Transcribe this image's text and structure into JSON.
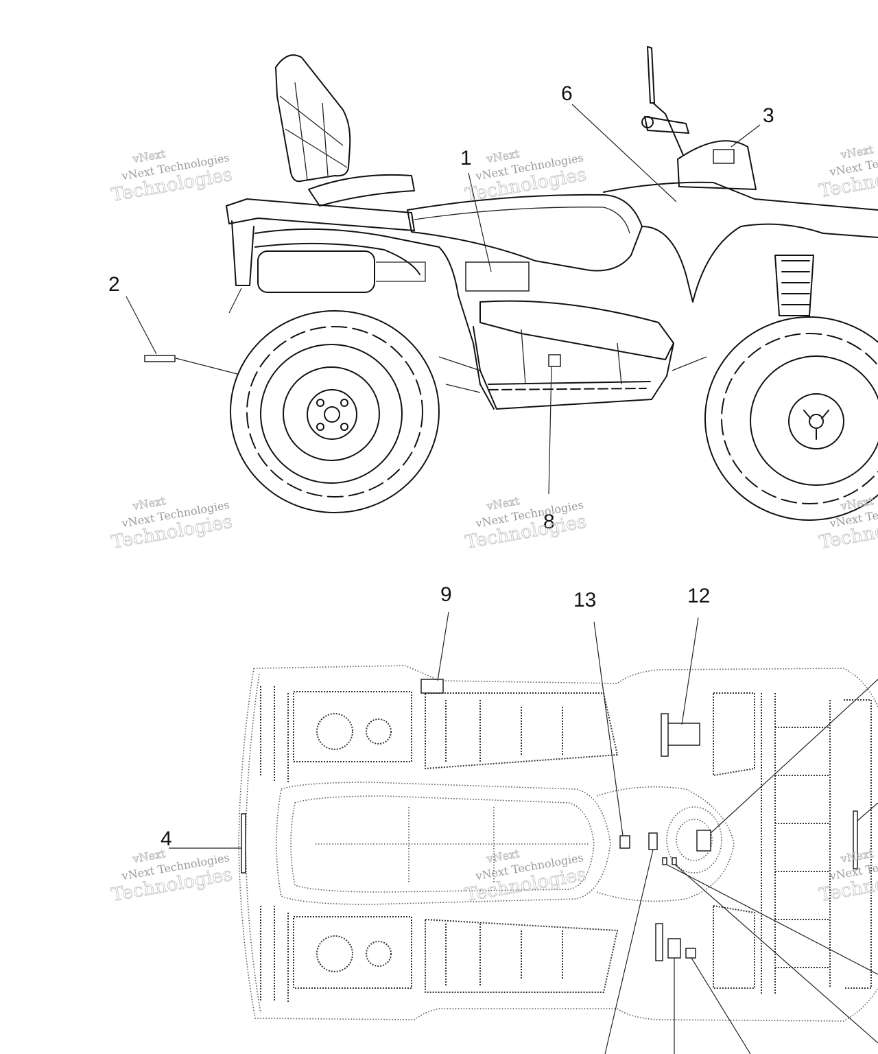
{
  "diagram": {
    "side_view_callouts": [
      {
        "id": "1",
        "label": "1"
      },
      {
        "id": "2",
        "label": "2"
      },
      {
        "id": "3",
        "label": "3"
      },
      {
        "id": "6",
        "label": "6"
      },
      {
        "id": "8",
        "label": "8"
      }
    ],
    "top_view_callouts": [
      {
        "id": "4",
        "label": "4"
      },
      {
        "id": "9",
        "label": "9"
      },
      {
        "id": "12",
        "label": "12"
      },
      {
        "id": "13",
        "label": "13"
      }
    ]
  },
  "watermark": {
    "line1": "vNext",
    "line2": "vNext Technologies",
    "line3": "Technologies"
  }
}
